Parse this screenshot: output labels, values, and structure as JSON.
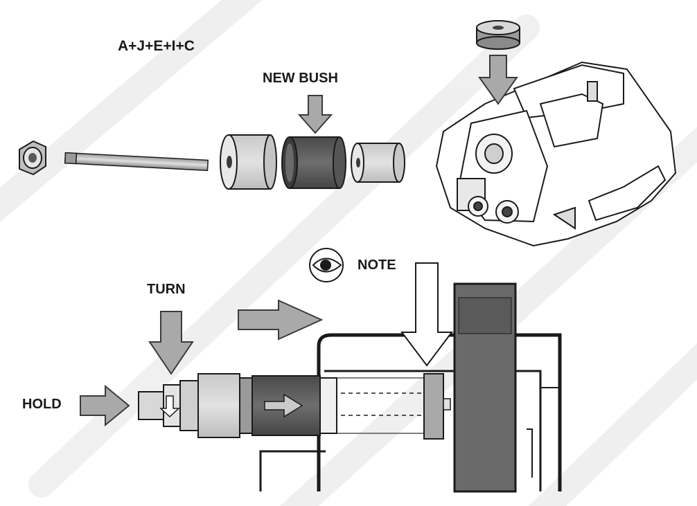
{
  "labels": {
    "formula": "A+J+E+I+C",
    "new_bush": "NEW BUSH",
    "note": "NOTE",
    "turn": "TURN",
    "hold": "HOLD"
  },
  "icons": {
    "note": "eye-icon"
  },
  "colors": {
    "arrow_fill": "#a9a9a9",
    "arrow_stroke": "#3a3a3a",
    "bush_dark": "#5a5a5a",
    "tool_light": "#d4d4d4",
    "outline": "#1a1a1a",
    "watermark": "#ececec"
  }
}
